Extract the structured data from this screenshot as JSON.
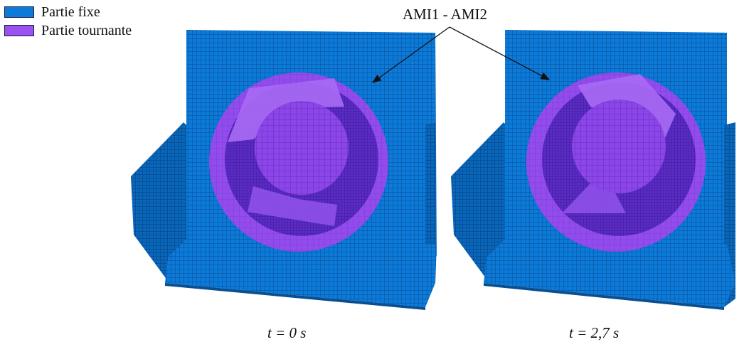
{
  "legend": {
    "items": [
      {
        "label": "Partie fixe",
        "color": "#0b7ad8"
      },
      {
        "label": "Partie tournante",
        "color": "#9a52f0"
      }
    ]
  },
  "callout": {
    "label": "AMI1 - AMI2"
  },
  "views": [
    {
      "caption": "t = 0 s"
    },
    {
      "caption": "t = 2,7 s"
    }
  ],
  "colors": {
    "fixed_part": "#0b7ad8",
    "fixed_part_dark": "#07508f",
    "rotating_part": "#9a52f0",
    "rotating_part_dark": "#4b21a8",
    "mesh_line": "#0a2b66"
  }
}
